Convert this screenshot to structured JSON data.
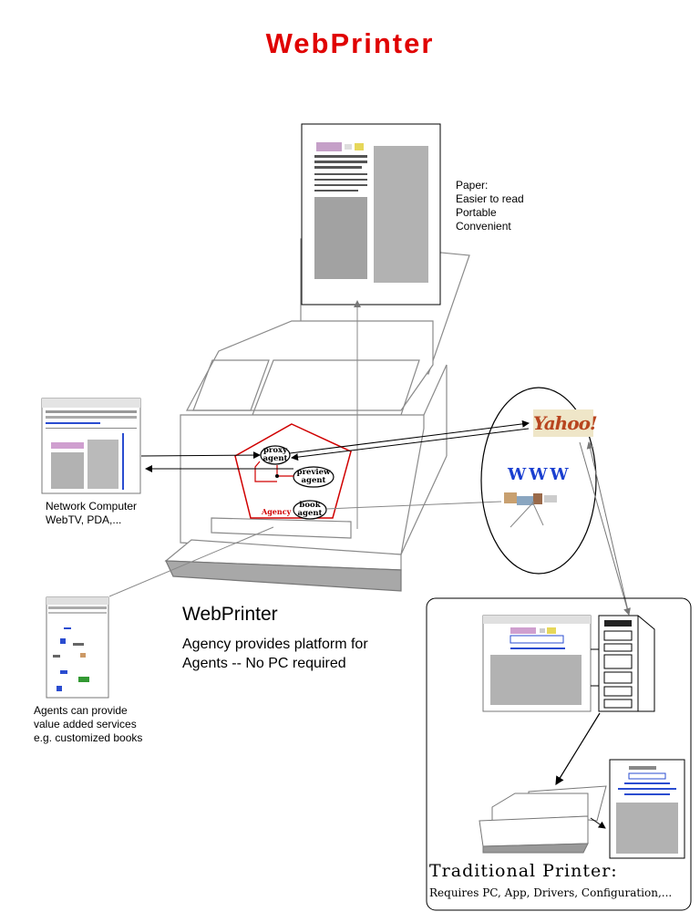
{
  "title": "WebPrinter",
  "paper": {
    "notes": [
      "Paper:",
      "Easier to read",
      "Portable",
      "Convenient"
    ]
  },
  "network_computer": {
    "notes": [
      "Network Computer",
      "WebTV, PDA,..."
    ]
  },
  "agents_note": {
    "lines": [
      "Agents can provide",
      "value added services",
      "e.g. customized books"
    ]
  },
  "webprinter_block": {
    "heading": "WebPrinter",
    "lines": [
      "Agency provides platform for",
      "Agents -- No PC required"
    ]
  },
  "agency": {
    "label": "Agency",
    "agents": [
      {
        "line1": "proxy",
        "line2": "agent"
      },
      {
        "line1": "preview",
        "line2": "agent"
      },
      {
        "line1": "book",
        "line2": "agent"
      }
    ]
  },
  "web": {
    "www_label": "WWW",
    "yahoo_label": "Yahoo!"
  },
  "traditional": {
    "title": "Traditional Printer:",
    "subtitle": "Requires PC, App, Drivers, Configuration,..."
  },
  "colors": {
    "title": "#e00000",
    "agency": "#d00000",
    "www": "#1a3fd0"
  }
}
